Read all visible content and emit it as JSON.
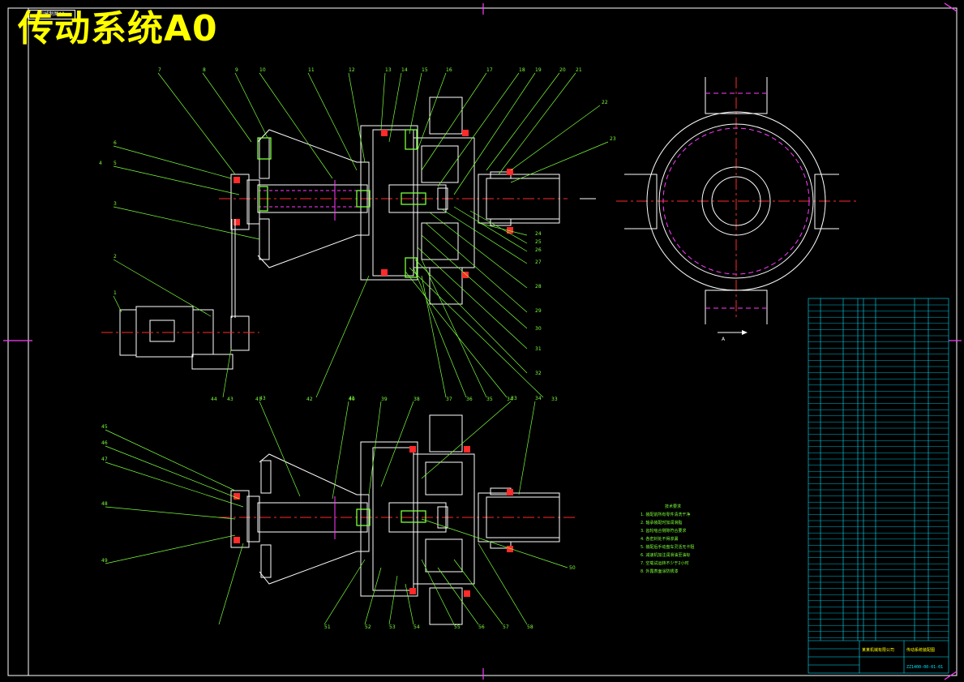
{
  "drawing": {
    "title": "传动系统A0",
    "stamp": "机械制图A0",
    "colors": {
      "background": "#000000",
      "outline": "#ffffff",
      "leader": "#7cff3a",
      "centerline": "#ff2a2a",
      "hatch": "#ff3cff",
      "table": "#00e5ff",
      "title": "#ffff00"
    }
  },
  "top_view_labels": [
    "7",
    "8",
    "9",
    "10",
    "11",
    "12",
    "13",
    "14",
    "15",
    "16",
    "17",
    "18",
    "19",
    "20",
    "21",
    "22",
    "23",
    "6",
    "4",
    "5",
    "3",
    "2",
    "1",
    "24",
    "25",
    "26",
    "27",
    "28",
    "29",
    "30",
    "31",
    "32",
    "33",
    "34",
    "35",
    "36",
    "37",
    "38",
    "39",
    "40",
    "41",
    "42",
    "43",
    "44"
  ],
  "bottom_view_labels": [
    "45",
    "46",
    "47",
    "48",
    "49",
    "41",
    "43",
    "33",
    "34",
    "50",
    "51",
    "52",
    "53",
    "54",
    "55",
    "56",
    "57",
    "58"
  ],
  "section_label": "A",
  "tech_notes": {
    "title": "技术要求",
    "items": [
      "1. 装配前所有零件清洗干净",
      "2. 轴承装配时加润滑脂",
      "3. 齿轮啮合侧隙符合要求",
      "4. 各密封处不得渗漏",
      "5. 装配后手动盘车灵活无卡阻",
      "6. 减速机加注润滑油至油标",
      "7. 空载试运转不少于2小时",
      "8. 外露表面涂防锈漆"
    ]
  },
  "title_block": {
    "company": "某某机械有限公司",
    "name": "传动系统装配图",
    "drawing_no": "ZZ1400-00-01-01"
  }
}
